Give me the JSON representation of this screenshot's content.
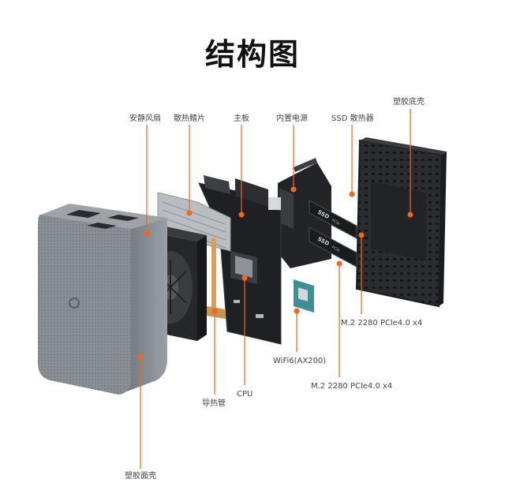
{
  "title": "结构图",
  "accent_color": "#f26522",
  "labels": {
    "fan": "安静风扇",
    "heatsink": "散热鳍片",
    "mainboard": "主板",
    "psu": "内置电源",
    "ssd_heatsink": "SSD 散热器",
    "bottom_shell": "塑胶底壳",
    "m2_a": "M.2 2280 PCle4.0 x4",
    "wifi": "WiFi6(AX200)",
    "m2_b": "M.2 2280 PCle4.0 x4",
    "cpu": "CPU",
    "heatpipe": "导热管",
    "top_shell": "塑胶面壳"
  },
  "ssd_text": "SSD",
  "pcie_text": "PCIe"
}
